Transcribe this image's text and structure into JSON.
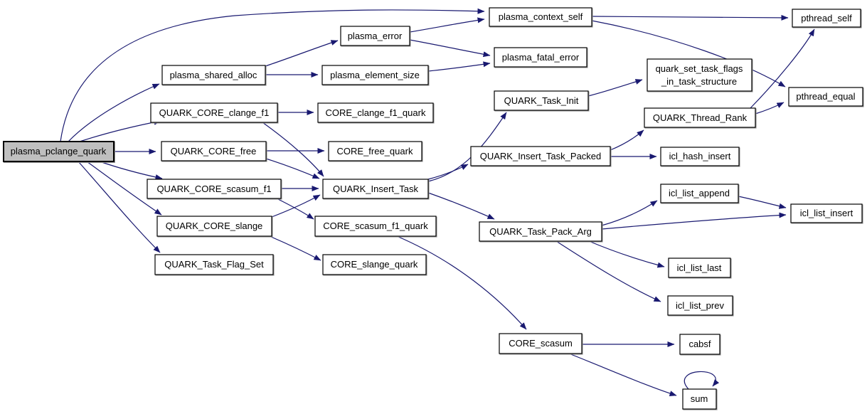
{
  "diagram": {
    "kind": "call-graph",
    "root_function": "plasma_pclange_quark",
    "edge_color": "#191970",
    "node_fill": "#ffffff",
    "node_border_color": "#000000",
    "root_node_fill": "#bfbfbf",
    "background": "#ffffff"
  },
  "nodes": {
    "plasma_pclange_quark": {
      "label": "plasma_pclange_quark"
    },
    "plasma_shared_alloc": {
      "label": "plasma_shared_alloc"
    },
    "QUARK_CORE_clange_f1": {
      "label": "QUARK_CORE_clange_f1"
    },
    "QUARK_CORE_free": {
      "label": "QUARK_CORE_free"
    },
    "QUARK_CORE_scasum_f1": {
      "label": "QUARK_CORE_scasum_f1"
    },
    "QUARK_CORE_slange": {
      "label": "QUARK_CORE_slange"
    },
    "QUARK_Task_Flag_Set": {
      "label": "QUARK_Task_Flag_Set"
    },
    "plasma_error": {
      "label": "plasma_error"
    },
    "plasma_element_size": {
      "label": "plasma_element_size"
    },
    "CORE_clange_f1_quark": {
      "label": "CORE_clange_f1_quark"
    },
    "CORE_free_quark": {
      "label": "CORE_free_quark"
    },
    "QUARK_Insert_Task": {
      "label": "QUARK_Insert_Task"
    },
    "CORE_scasum_f1_quark": {
      "label": "CORE_scasum_f1_quark"
    },
    "CORE_slange_quark": {
      "label": "CORE_slange_quark"
    },
    "plasma_context_self": {
      "label": "plasma_context_self"
    },
    "plasma_fatal_error": {
      "label": "plasma_fatal_error"
    },
    "QUARK_Task_Init": {
      "label": "QUARK_Task_Init"
    },
    "QUARK_Insert_Task_Packed": {
      "label": "QUARK_Insert_Task_Packed"
    },
    "QUARK_Task_Pack_Arg": {
      "label": "QUARK_Task_Pack_Arg"
    },
    "CORE_scasum": {
      "label": "CORE_scasum"
    },
    "quark_set_task_flags_in_task_structure": {
      "label_line1": "quark_set_task_flags",
      "label_line2": "_in_task_structure"
    },
    "QUARK_Thread_Rank": {
      "label": "QUARK_Thread_Rank"
    },
    "icl_hash_insert": {
      "label": "icl_hash_insert"
    },
    "icl_list_append": {
      "label": "icl_list_append"
    },
    "icl_list_last": {
      "label": "icl_list_last"
    },
    "icl_list_prev": {
      "label": "icl_list_prev"
    },
    "cabsf": {
      "label": "cabsf"
    },
    "sum": {
      "label": "sum"
    },
    "pthread_self": {
      "label": "pthread_self"
    },
    "pthread_equal": {
      "label": "pthread_equal"
    },
    "icl_list_insert": {
      "label": "icl_list_insert"
    }
  },
  "edges": [
    {
      "from": "plasma_pclange_quark",
      "to": "plasma_context_self"
    },
    {
      "from": "plasma_pclange_quark",
      "to": "plasma_shared_alloc"
    },
    {
      "from": "plasma_pclange_quark",
      "to": "QUARK_CORE_clange_f1"
    },
    {
      "from": "plasma_pclange_quark",
      "to": "QUARK_CORE_free"
    },
    {
      "from": "plasma_pclange_quark",
      "to": "QUARK_CORE_scasum_f1"
    },
    {
      "from": "plasma_pclange_quark",
      "to": "QUARK_CORE_slange"
    },
    {
      "from": "plasma_pclange_quark",
      "to": "QUARK_Task_Flag_Set"
    },
    {
      "from": "plasma_shared_alloc",
      "to": "plasma_error"
    },
    {
      "from": "plasma_shared_alloc",
      "to": "plasma_element_size"
    },
    {
      "from": "plasma_error",
      "to": "plasma_context_self"
    },
    {
      "from": "plasma_error",
      "to": "plasma_fatal_error"
    },
    {
      "from": "plasma_element_size",
      "to": "plasma_fatal_error"
    },
    {
      "from": "QUARK_CORE_clange_f1",
      "to": "CORE_clange_f1_quark"
    },
    {
      "from": "QUARK_CORE_clange_f1",
      "to": "QUARK_Insert_Task"
    },
    {
      "from": "QUARK_CORE_free",
      "to": "CORE_free_quark"
    },
    {
      "from": "QUARK_CORE_free",
      "to": "QUARK_Insert_Task"
    },
    {
      "from": "QUARK_CORE_scasum_f1",
      "to": "QUARK_Insert_Task"
    },
    {
      "from": "QUARK_CORE_scasum_f1",
      "to": "CORE_scasum_f1_quark"
    },
    {
      "from": "QUARK_CORE_slange",
      "to": "QUARK_Insert_Task"
    },
    {
      "from": "QUARK_CORE_slange",
      "to": "CORE_slange_quark"
    },
    {
      "from": "QUARK_Insert_Task",
      "to": "QUARK_Task_Init"
    },
    {
      "from": "QUARK_Insert_Task",
      "to": "QUARK_Insert_Task_Packed"
    },
    {
      "from": "QUARK_Insert_Task",
      "to": "QUARK_Task_Pack_Arg"
    },
    {
      "from": "QUARK_Task_Init",
      "to": "quark_set_task_flags_in_task_structure"
    },
    {
      "from": "QUARK_Insert_Task_Packed",
      "to": "QUARK_Thread_Rank"
    },
    {
      "from": "QUARK_Insert_Task_Packed",
      "to": "icl_hash_insert"
    },
    {
      "from": "QUARK_Thread_Rank",
      "to": "pthread_self"
    },
    {
      "from": "QUARK_Thread_Rank",
      "to": "pthread_equal"
    },
    {
      "from": "plasma_context_self",
      "to": "pthread_self"
    },
    {
      "from": "plasma_context_self",
      "to": "pthread_equal"
    },
    {
      "from": "QUARK_Task_Pack_Arg",
      "to": "icl_list_append"
    },
    {
      "from": "QUARK_Task_Pack_Arg",
      "to": "icl_list_insert"
    },
    {
      "from": "QUARK_Task_Pack_Arg",
      "to": "icl_list_last"
    },
    {
      "from": "QUARK_Task_Pack_Arg",
      "to": "icl_list_prev"
    },
    {
      "from": "icl_list_append",
      "to": "icl_list_insert"
    },
    {
      "from": "CORE_scasum_f1_quark",
      "to": "CORE_scasum"
    },
    {
      "from": "CORE_scasum",
      "to": "cabsf"
    },
    {
      "from": "CORE_scasum",
      "to": "sum"
    },
    {
      "from": "sum",
      "to": "sum"
    }
  ]
}
